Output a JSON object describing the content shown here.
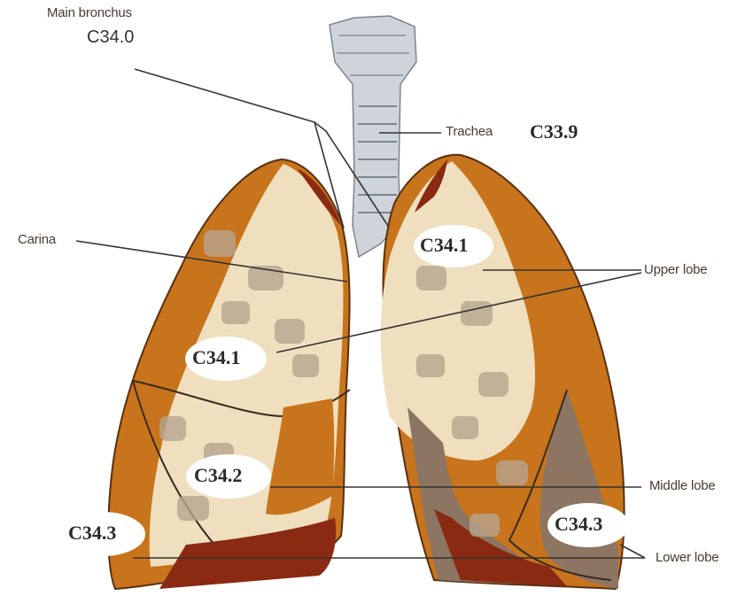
{
  "labels": {
    "main_bronchus": "Main bronchus",
    "trachea": "Trachea",
    "carina": "Carina",
    "upper_lobe": "Upper lobe",
    "middle_lobe": "Middle lobe",
    "lower_lobe": "Lower lobe"
  },
  "codes": {
    "main_bronchus": "C34.0",
    "trachea": "C33.9",
    "upper_lobe_left": "C34.1",
    "upper_lobe_right": "C34.1",
    "middle_lobe": "C34.2",
    "lower_lobe_right": "C34.3",
    "lower_lobe_left": "C34.3"
  },
  "colors": {
    "orange": "#c8741c",
    "cream": "#efdfbf",
    "beige": "#e6cfa6",
    "tan": "#b8a48e",
    "brown": "#8c7562",
    "dark_red": "#8a2a12",
    "trachea_gray": "#c9cfd6"
  }
}
